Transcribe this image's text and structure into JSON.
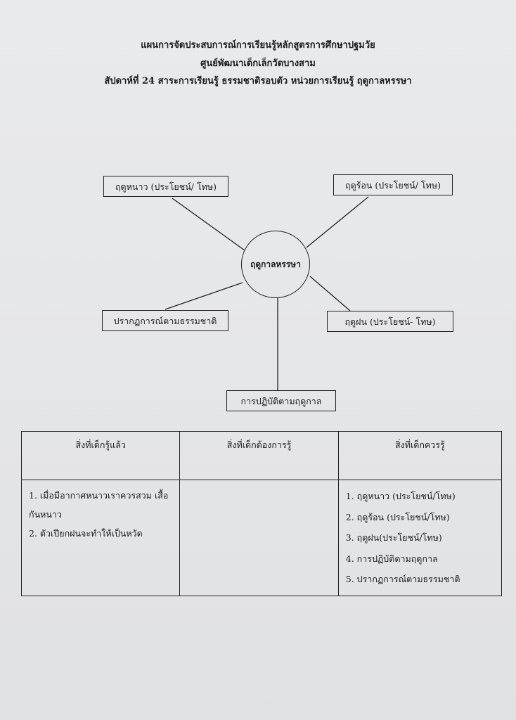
{
  "header": {
    "line1": "แผนการจัดประสบการณ์การเรียนรู้หลักสูตรการศึกษาปฐมวัย",
    "line2": "ศูนย์พัฒนาเด็กเล็กวัดบางสาม",
    "line3": "สัปดาห์ที่ 24   สาระการเรียนรู้  ธรรมชาติรอบตัว   หน่วยการเรียนรู้ ฤดูกาลหรรษา"
  },
  "web": {
    "center": "ฤดูกาลหรรษา",
    "winter": "ฤดูหนาว (ประโยชน์/ โทษ)",
    "summer": "ฤดูร้อน (ประโยชน์/ โทษ)",
    "phenomena": "ปรากฏการณ์ตามธรรมชาติ",
    "rainy": "ฤดูฝน (ประโยชน์- โทษ)",
    "practice": "การปฏิบัติตามฤดูกาล"
  },
  "table": {
    "headers": [
      "สิ่งที่เด็กรู้แล้ว",
      "สิ่งที่เด็กต้องการรู้",
      "สิ่งที่เด็กควรรู้"
    ],
    "known": [
      "1.  เมื่อมีอากาศหนาวเราควรสวม เสื้อกันหนาว",
      "2.  ตัวเปียกฝนจะทำให้เป็นหวัด"
    ],
    "want": [],
    "should": [
      "1.  ฤดูหนาว (ประโยชน์/โทษ)",
      "2.  ฤดูร้อน (ประโยชน์/โทษ)",
      "3.  ฤดูฝน(ประโยชน์/โทษ)",
      "4.  การปฏิบัติตามฤดูกาล",
      "5.  ปรากฏการณ์ตามธรรมชาติ"
    ]
  }
}
